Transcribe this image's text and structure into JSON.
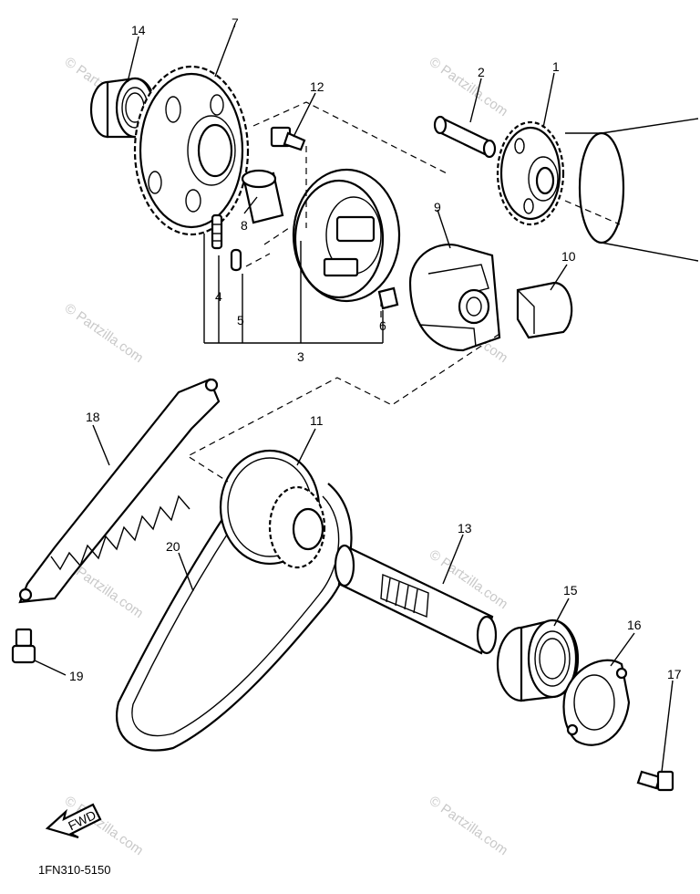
{
  "diagram": {
    "code": "1FN310-5150",
    "fwd_label": "FWD",
    "watermark": "© Partzilla.com",
    "callouts": {
      "c1": "1",
      "c2": "2",
      "c3": "3",
      "c4": "4",
      "c5": "5",
      "c6": "6",
      "c7": "7",
      "c8": "8",
      "c9": "9",
      "c10": "10",
      "c11": "11",
      "c12": "12",
      "c13": "13",
      "c14": "14",
      "c15": "15",
      "c16": "16",
      "c17": "17",
      "c18": "18",
      "c19": "19",
      "c20": "20"
    }
  }
}
